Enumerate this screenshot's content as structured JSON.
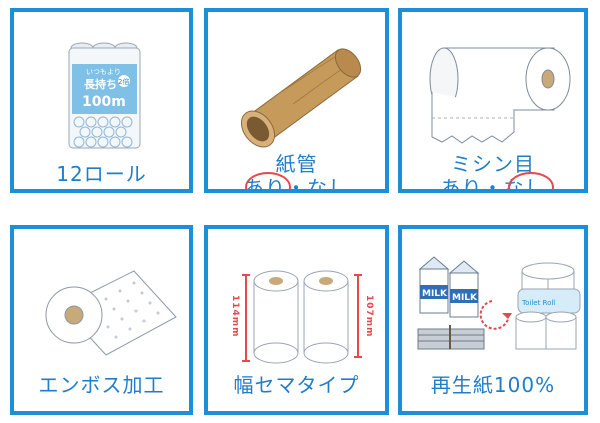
{
  "colors": {
    "frame": "#1d8fd6",
    "caption": "#1f7dc9",
    "accent": "#e5484d"
  },
  "cards": [
    {
      "caption": "12ロール",
      "icon": "toilet-paper-pack-icon",
      "package": {
        "line1": "いつもより",
        "line2": "長持ち",
        "line3": "100m",
        "badge": "2倍"
      }
    },
    {
      "caption_line1": "紙管",
      "caption_line2": "あり・なし",
      "icon": "paper-core-tube-icon"
    },
    {
      "caption_line1": "ミシン目",
      "caption_line2": "あり・なし",
      "icon": "perforated-roll-icon"
    },
    {
      "caption": "エンボス加工",
      "icon": "embossed-roll-icon"
    },
    {
      "caption": "幅セマタイプ",
      "icon": "narrow-width-rolls-icon",
      "dimensions": {
        "left": "114mm",
        "right": "107mm"
      }
    },
    {
      "caption": "再生紙100%",
      "icon": "recycled-milk-carton-icon",
      "cartons": [
        "MILK",
        "MILK"
      ],
      "roll_label": "Toilet Roll"
    }
  ]
}
